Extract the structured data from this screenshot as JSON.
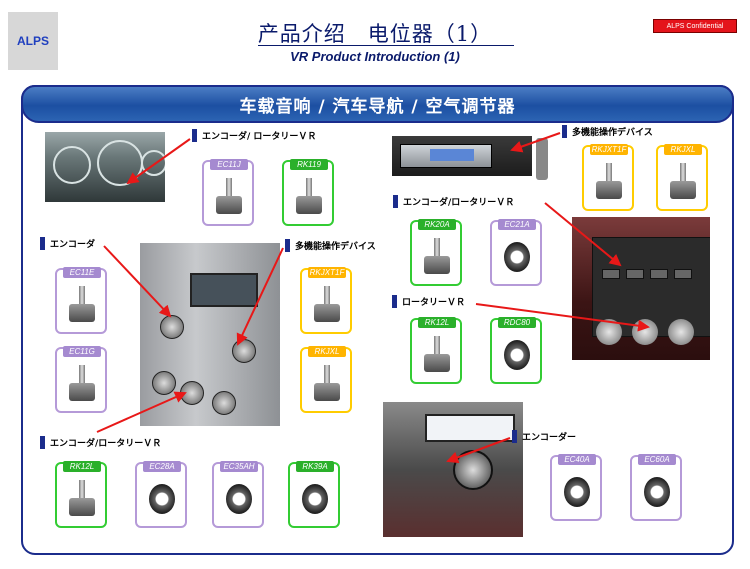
{
  "header": {
    "logo": "ALPS",
    "title": "产品介绍　电位器（1）",
    "subtitle": "VR Product Introduction (1)",
    "confidential": "ALPS Confidential"
  },
  "banner": "车载音响 / 汽车导航 / 空气调节器",
  "labels": {
    "enc_rot_1": "エンコーダ/ ロータリーＶＲ",
    "encoder": "エンコーダ",
    "multi_1": "多機能操作デバイス",
    "enc_rot_2": "エンコーダ/ロータリーＶＲ",
    "multi_2": "多機能操作デバイス",
    "enc_rot_3": "エンコーダ/ロータリーＶＲ",
    "rotary": "ロータリーＶＲ",
    "encoder_2": "エンコーダー"
  },
  "parts": {
    "ec11j": "EC11J",
    "rk119": "RK119",
    "ec11e": "EC11E",
    "ec11g": "EC11G",
    "rkjxt1f_1": "RKJXT1F",
    "rkjxl_1": "RKJXL",
    "rk12l_1": "RK12L",
    "ec28a": "EC28A",
    "ec35ah": "EC35AH",
    "rk39a": "RK39A",
    "rkjxt1f_2": "RKJXT1F",
    "rkjxl_2": "RKJXL",
    "rk20a": "RK20A",
    "ec21a": "EC21A",
    "rk12l_2": "RK12L",
    "rdc80": "RDC80",
    "ec40a": "EC40A",
    "ec60a": "EC60A"
  },
  "colors": {
    "frame": "#1b2c8c",
    "banner": "#1c4fa2",
    "purple_card": "#b59ad8",
    "green_card": "#33cc33",
    "yellow_card": "#ffcc00",
    "arrow": "#e81818",
    "confidential_bg": "#e4141b"
  }
}
